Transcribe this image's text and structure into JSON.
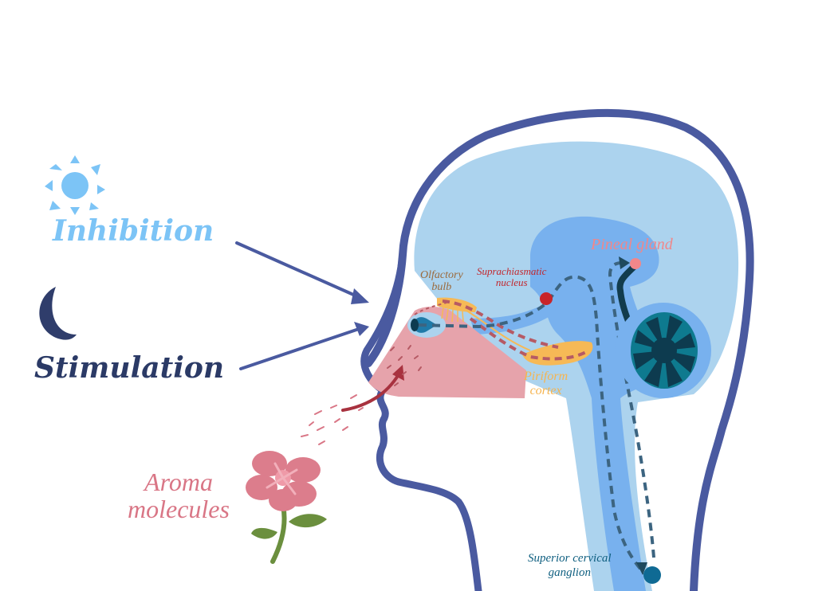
{
  "title": "Light, scent and the pineal gland pathway",
  "legend": {
    "inhibition": {
      "label": "Inhibition",
      "icon": "sun-icon",
      "color": "#7cc4f6"
    },
    "stimulation": {
      "label": "Stimulation",
      "icon": "crescent-moon-icon",
      "color": "#2b3a66"
    }
  },
  "source": {
    "label_line1": "Aroma",
    "label_line2": "molecules",
    "icon": "flower-icon",
    "color": "#d97686"
  },
  "structures": {
    "olfactory_bulb": {
      "line1": "Olfactory",
      "line2": "bulb",
      "color": "#9b6a3c"
    },
    "suprachiasmatic_nucleus": {
      "line1": "Suprachiasmatic",
      "line2": "nucleus",
      "color": "#c2272d"
    },
    "pineal_gland": {
      "label": "Pineal gland",
      "color": "#f0878a"
    },
    "piriform_cortex": {
      "line1": "Piriform",
      "line2": "cortex",
      "color": "#f6b44f"
    },
    "superior_cervical_ganglion": {
      "line1": "Superior cervical",
      "line2": "ganglion",
      "color": "#0f5f80"
    }
  },
  "colors": {
    "head_outline": "#4a5aa0",
    "brain_outer": "#acd3ee",
    "brain_inner": "#78b1ee",
    "nasal_cavity": "#e6a3ab",
    "pathway_dash": "#3c6480",
    "olfactory_dash": "#b65a64",
    "cerebellum": "#0e7a8f",
    "cerebellum_dark": "#0d3b4f",
    "bulb_fill": "#f6b956",
    "scn_dot": "#c8242a",
    "pineal_dot": "#f0878a",
    "scg_dot": "#0f6a94"
  }
}
